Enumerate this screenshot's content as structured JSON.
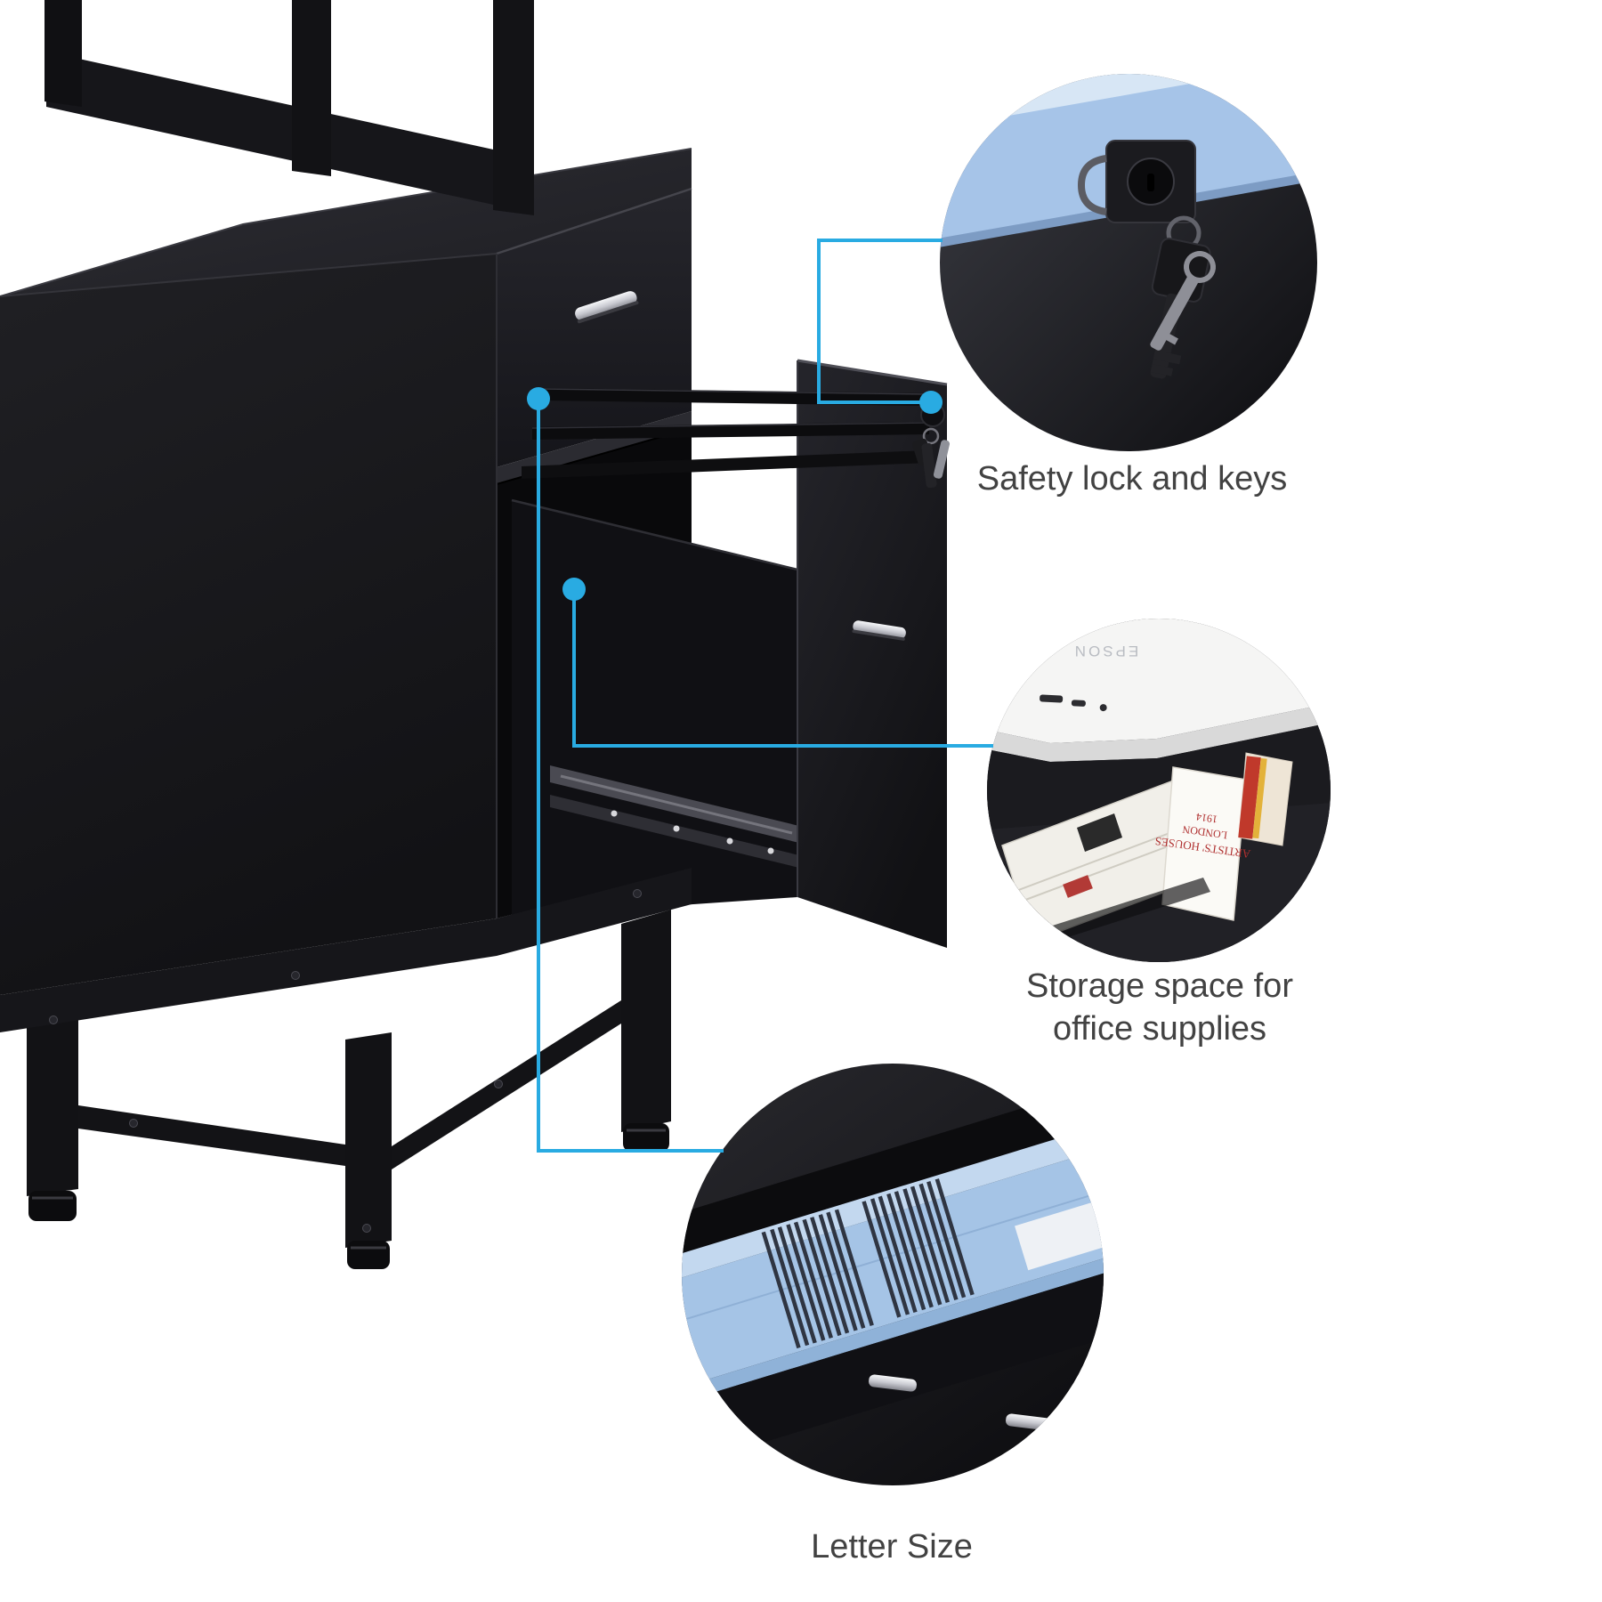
{
  "colors": {
    "accent": "#29abe2",
    "caption_text": "#424242",
    "background": "#ffffff",
    "folder_blue": "#a5c4e6",
    "cabinet_black": "#17171a"
  },
  "callouts": {
    "safety_lock": {
      "label": "Safety lock and keys"
    },
    "storage": {
      "label_line1": "Storage space for",
      "label_line2": "office supplies"
    },
    "letter_size": {
      "label": "Letter Size"
    }
  },
  "photo_details": {
    "printer_brand": "EPSON",
    "book_title_line1": "ARTISTS' HOUSES",
    "book_title_line2": "LONDON",
    "book_title_line3": "1914"
  }
}
